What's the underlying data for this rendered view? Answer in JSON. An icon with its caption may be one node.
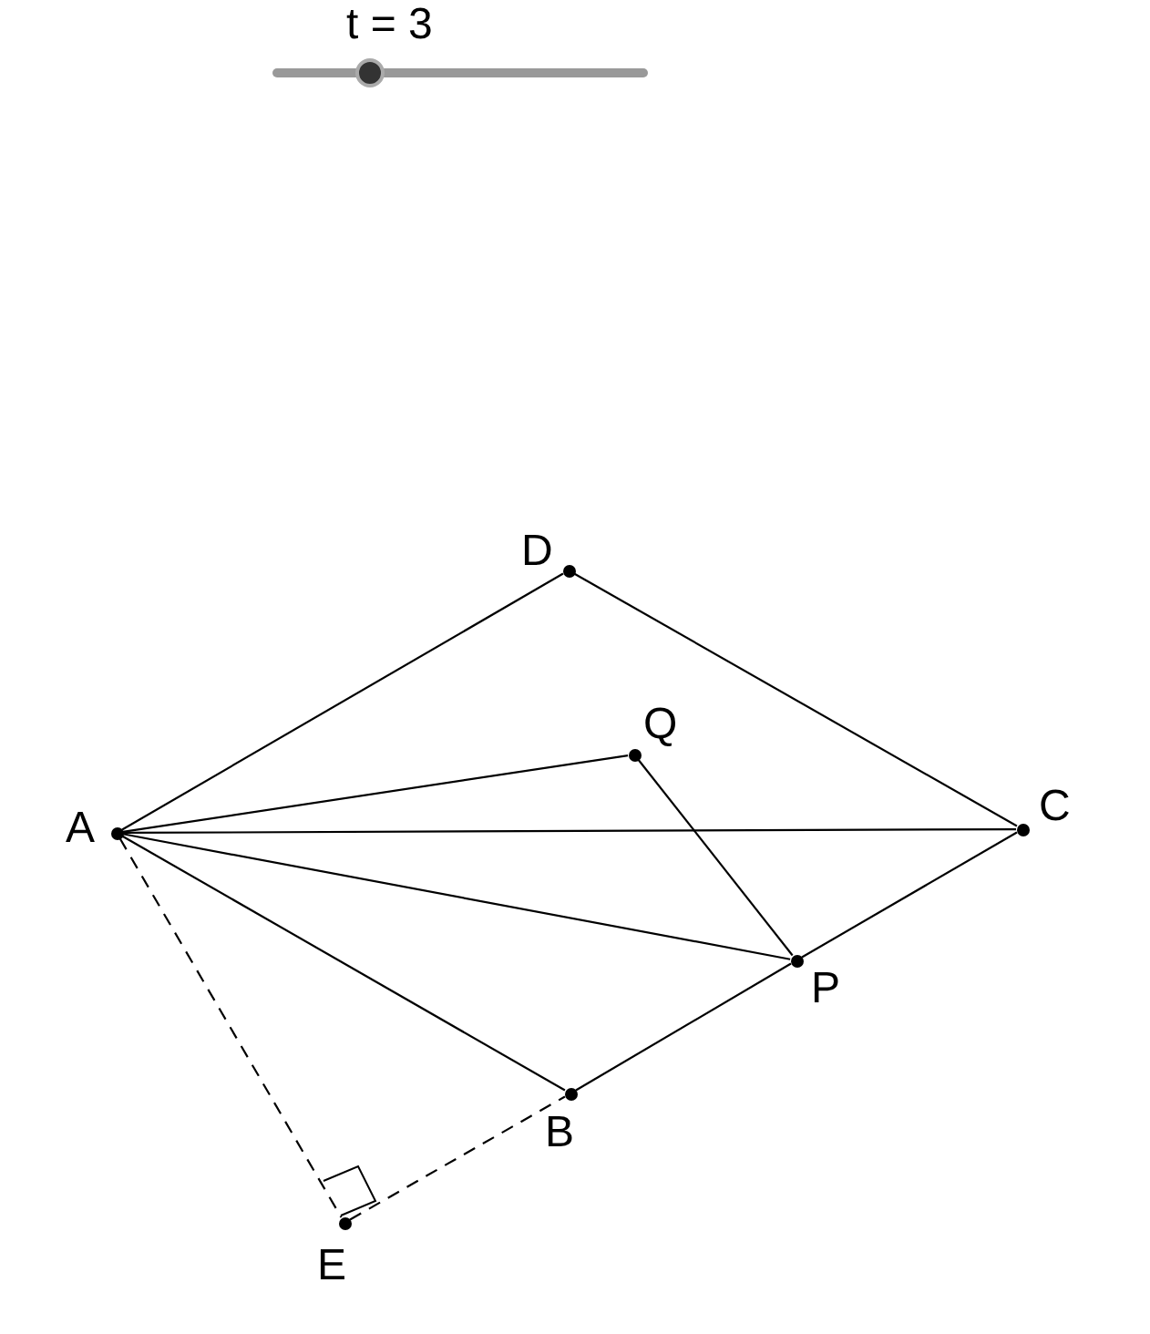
{
  "diagram": {
    "nodes": [
      {
        "text": [
          "D"
        ]
      },
      {
        "text": [
          "Q"
        ]
      },
      {
        "text": [
          "A"
        ]
      },
      {
        "text": [
          "C"
        ]
      },
      {
        "text": [
          "P"
        ]
      },
      {
        "text": [
          "B"
        ]
      },
      {
        "text": [
          "E"
        ]
      }
    ],
    "edges": [
      {
        "from": 2,
        "to": 0,
        "arrow": "none"
      },
      {
        "from": 0,
        "to": 3,
        "arrow": "none"
      },
      {
        "from": 2,
        "to": 1,
        "arrow": "none"
      },
      {
        "from": 2,
        "to": 3,
        "arrow": "none"
      },
      {
        "from": 1,
        "to": 4,
        "arrow": "none"
      },
      {
        "from": 2,
        "to": 4,
        "arrow": "none"
      },
      {
        "from": 3,
        "to": 4,
        "arrow": "none"
      },
      {
        "from": 2,
        "to": 5,
        "arrow": "none"
      },
      {
        "from": 4,
        "to": 5,
        "arrow": "none"
      },
      {
        "from": 2,
        "to": 6,
        "arrow": "none",
        "style": "dashed"
      },
      {
        "from": 6,
        "to": 5,
        "arrow": "none",
        "style": "dashed"
      }
    ],
    "labels": [
      "t = 3"
    ]
  }
}
